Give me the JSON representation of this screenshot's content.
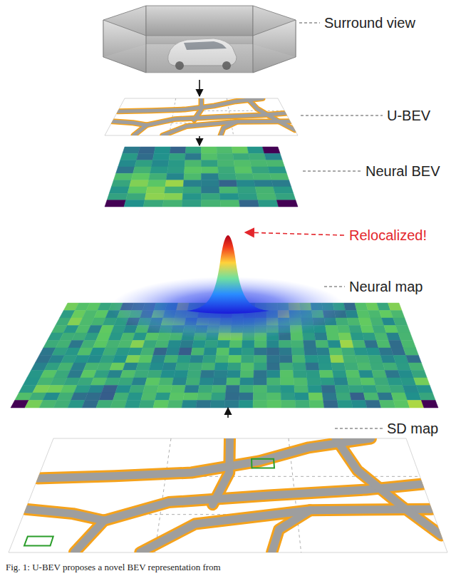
{
  "diagram": {
    "caption": "Fig. 1: U-BEV proposes a novel BEV representation from",
    "nodes": [
      {
        "text": [
          "Surround view"
        ]
      },
      {
        "text": [
          "U-BEV"
        ]
      },
      {
        "text": [
          "Neural BEV"
        ]
      },
      {
        "text": [
          "Neural map"
        ]
      },
      {
        "text": [
          "SD map"
        ]
      }
    ],
    "edges": [
      {
        "from": 0,
        "to": 1,
        "arrow": "to"
      },
      {
        "from": 1,
        "to": 2,
        "arrow": "to"
      },
      {
        "from": 4,
        "to": 3,
        "arrow": "to"
      }
    ],
    "labels": [
      "Relocalized!"
    ]
  }
}
